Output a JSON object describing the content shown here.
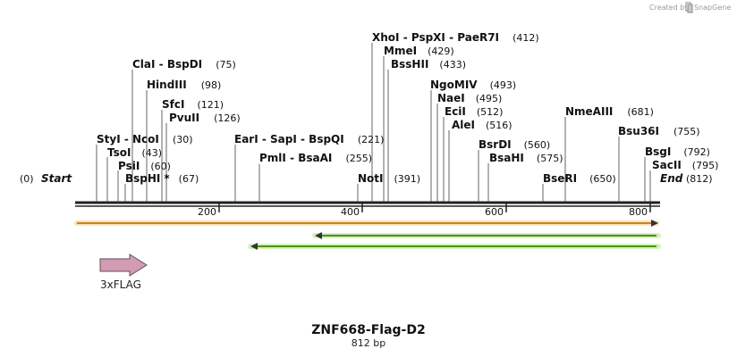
{
  "credit": {
    "text": "Created by",
    "brand": "SnapGene",
    "logo_icon": "snapgene-logo-icon"
  },
  "map": {
    "name": "ZNF668-Flag-D2",
    "length_label": "812 bp",
    "length": 812,
    "start_label": "Start",
    "start_pos_label": "(0)",
    "end_label": "End",
    "end_pos_label": "(812)",
    "ticks": [
      "200",
      "400",
      "600",
      "800"
    ],
    "tick_values": [
      200,
      400,
      600,
      800
    ]
  },
  "sites": [
    {
      "name": "StyI",
      "suffix": " - ",
      "pos_label": "(30)",
      "pos": 30
    },
    {
      "name": "NcoI",
      "suffix": "",
      "pos_label": "",
      "pos": 30
    },
    {
      "name": "TsoI",
      "suffix": "",
      "pos_label": "(43)",
      "pos": 43
    },
    {
      "name": "PsiI",
      "suffix": "",
      "pos_label": "(60)",
      "pos": 60
    },
    {
      "name": "BspHI",
      "suffix": "",
      "pos_label": "(67)",
      "pos": 67,
      "star": "*"
    },
    {
      "name": "ClaI",
      "suffix": " - ",
      "pos_label": "(75)",
      "pos": 75
    },
    {
      "name": "BspDI",
      "suffix": "",
      "pos_label": "",
      "pos": 75
    },
    {
      "name": "HindIII",
      "suffix": "",
      "pos_label": "(98)",
      "pos": 98
    },
    {
      "name": "SfcI",
      "suffix": "",
      "pos_label": "(121)",
      "pos": 121
    },
    {
      "name": "PvuII",
      "suffix": "",
      "pos_label": "(126)",
      "pos": 126
    },
    {
      "name": "EarI",
      "suffix": " - ",
      "pos_label": "",
      "pos": 221
    },
    {
      "name": "SapI",
      "suffix": " - ",
      "pos_label": "",
      "pos": 221
    },
    {
      "name": "BspQI",
      "suffix": "",
      "pos_label": "(221)",
      "pos": 221
    },
    {
      "name": "PmlI",
      "suffix": " - ",
      "pos_label": "",
      "pos": 255
    },
    {
      "name": "BsaAI",
      "suffix": "",
      "pos_label": "(255)",
      "pos": 255
    },
    {
      "name": "NotI",
      "suffix": "",
      "pos_label": "(391)",
      "pos": 391
    },
    {
      "name": "XhoI",
      "suffix": " - ",
      "pos_label": "",
      "pos": 412
    },
    {
      "name": "PspXI",
      "suffix": " - ",
      "pos_label": "",
      "pos": 412
    },
    {
      "name": "PaeR7I",
      "suffix": "",
      "pos_label": "(412)",
      "pos": 412
    },
    {
      "name": "MmeI",
      "suffix": "",
      "pos_label": "(429)",
      "pos": 429
    },
    {
      "name": "BssHII",
      "suffix": "",
      "pos_label": "(433)",
      "pos": 433
    },
    {
      "name": "NgoMIV",
      "suffix": "",
      "pos_label": "(493)",
      "pos": 493
    },
    {
      "name": "NaeI",
      "suffix": "",
      "pos_label": "(495)",
      "pos": 495
    },
    {
      "name": "EciI",
      "suffix": "",
      "pos_label": "(512)",
      "pos": 512
    },
    {
      "name": "AleI",
      "suffix": "",
      "pos_label": "(516)",
      "pos": 516
    },
    {
      "name": "BsrDI",
      "suffix": "",
      "pos_label": "(560)",
      "pos": 560
    },
    {
      "name": "BsaHI",
      "suffix": "",
      "pos_label": "(575)",
      "pos": 575
    },
    {
      "name": "BseRI",
      "suffix": "",
      "pos_label": "(650)",
      "pos": 650
    },
    {
      "name": "NmeAIII",
      "suffix": "",
      "pos_label": "(681)",
      "pos": 681
    },
    {
      "name": "Bsu36I",
      "suffix": "",
      "pos_label": "(755)",
      "pos": 755
    },
    {
      "name": "BsgI",
      "suffix": "",
      "pos_label": "(792)",
      "pos": 792
    },
    {
      "name": "SacII",
      "suffix": "",
      "pos_label": "(795)",
      "pos": 795
    }
  ],
  "features": [
    {
      "name": "3xFLAG",
      "color": "#d49bb4",
      "direction": "forward"
    }
  ],
  "orfs": [
    {
      "start": 0,
      "end": 812,
      "direction": "forward",
      "color": "#f5a623"
    },
    {
      "start": 330,
      "end": 812,
      "direction": "reverse",
      "color": "#7ed321"
    },
    {
      "start": 242,
      "end": 812,
      "direction": "reverse",
      "color": "#7ed321"
    }
  ],
  "colors": {
    "backbone": "#222222",
    "orf_orange": "#f5a623",
    "orf_green": "#7ed321",
    "feature_pink": "#d49bb4"
  }
}
